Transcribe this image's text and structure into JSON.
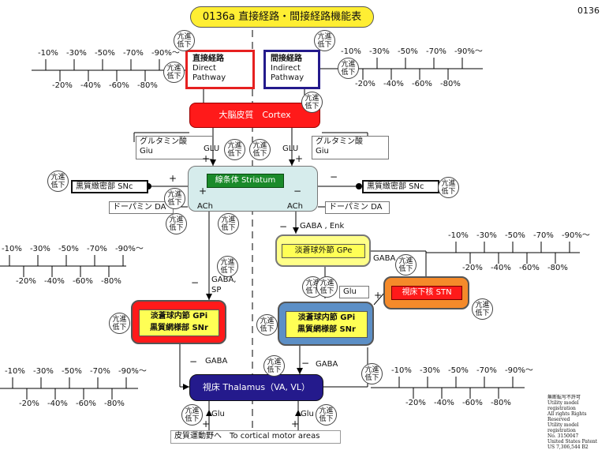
{
  "page_number": "0136",
  "title": "0136a 直接経路・間接経路機能表",
  "direct_box": {
    "l1": "直接経路",
    "l2": "Direct",
    "l3": "Pathway"
  },
  "indirect_box": {
    "l1": "間接経路",
    "l2": "Indirect",
    "l3": "Pathway"
  },
  "cortex": "大脳皮質　Cortex",
  "striatum": "線条体 Striatum",
  "ach": "ACh",
  "gpe": "淡蒼球外節 GPe",
  "stn": "視床下核 STN",
  "gpi_l1": "淡蒼球内節 GPi",
  "gpi_l2": "黒質網様部 SNr",
  "thalamus": "視床 Thalamus（VA, VL）",
  "cortical_out": "皮質運動野へ　To cortical motor areas",
  "snc": "黒質緻密部 SNc",
  "dopamine": "ドーパミン DA",
  "glutamate_l1": "グルタミン酸",
  "glutamate_l2": "Giu",
  "badge_l1": "亢進",
  "badge_l2": "低下",
  "glu_label": "GLU",
  "glu_small": "Glu",
  "gaba_enk": "GABA , Enk",
  "gaba_sp_l1": "GABA,",
  "gaba_sp_l2": "SP",
  "gaba": "GABA",
  "plus": "+",
  "minus": "−",
  "scale_top": [
    "-10%",
    "-30%",
    "-50%",
    "-70%",
    "-90%〜"
  ],
  "scale_bottom": [
    "-20%",
    "-40%",
    "-60%",
    "-80%"
  ],
  "rights": {
    "l1": "無断転写不許可",
    "l2": "Utility model registration",
    "l3": "All rights Rights Reserved",
    "l4": "Utility model registration",
    "l5": "No. 3150047",
    "l6": "United States Patent",
    "l7": "US 7,306,544 B2"
  },
  "colors": {
    "yellow": "#ffee33",
    "red": "#ff1a1a",
    "green": "#1a8a2a",
    "navy": "#241a8c",
    "orange": "#f58a2a",
    "blue_box": "#5c8fc6",
    "pale_blue": "#d6ecec",
    "gpe_yellow": "#ffff88"
  }
}
